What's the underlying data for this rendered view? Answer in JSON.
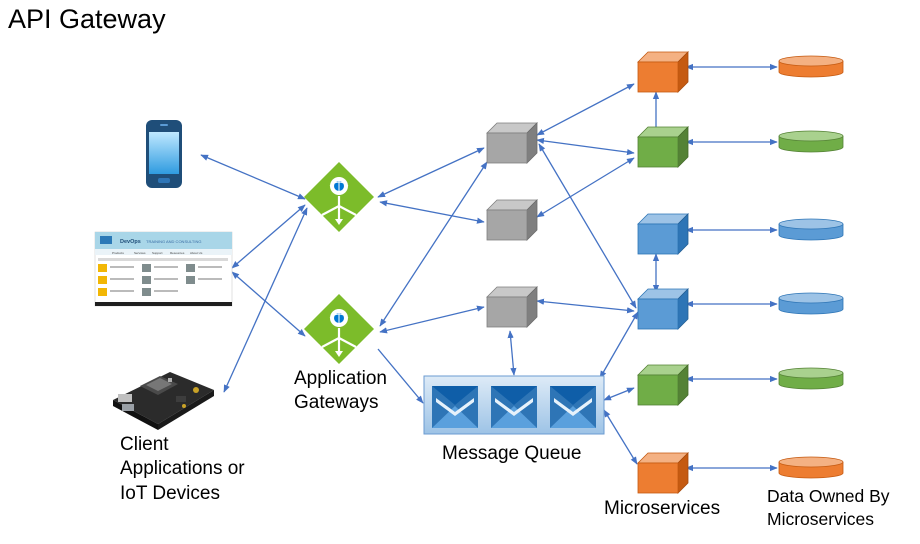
{
  "title": "API Gateway",
  "labels": {
    "client_lines": [
      "Client",
      "Applications or",
      "IoT Devices"
    ],
    "gateways_lines": [
      "Application",
      "Gateways"
    ],
    "message_queue": "Message Queue",
    "microservices": "Microservices",
    "data_lines": [
      "Data Owned By",
      "Microservices"
    ]
  },
  "colors": {
    "arrow": "#4472c4",
    "gateway_green": "#7cbc2a",
    "proxy_gray": "#a6a6a6",
    "service_orange": "#ed7d31",
    "service_green": "#70ad47",
    "service_blue": "#5b9bd5",
    "queue_fill": "#bdd7ee"
  },
  "icons": {
    "client_phone": "mobile-phone-icon",
    "client_web": "web-app-screenshot-icon",
    "client_iot": "iot-board-icon",
    "gateway": "application-gateway-icon",
    "proxy": "gray-cube-icon",
    "queue_message": "envelope-icon",
    "microservice": "cube-icon",
    "database": "cylinder-database-icon"
  },
  "web_app": {
    "brand": "DevOps",
    "tagline": "TRAINING AND CONSULTING",
    "nav": [
      "Products",
      "Services",
      "Support",
      "Resources",
      "About Us"
    ]
  }
}
